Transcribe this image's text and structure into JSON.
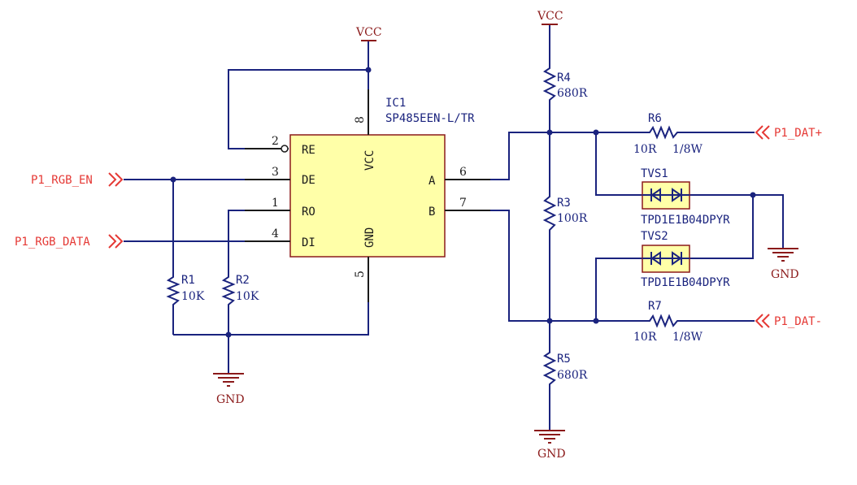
{
  "power": {
    "vcc": "VCC",
    "gnd": "GND"
  },
  "ic1": {
    "ref": "IC1",
    "part": "SP485EEN-L/TR",
    "pins": {
      "re": {
        "name": "RE",
        "num": "2"
      },
      "de": {
        "name": "DE",
        "num": "3"
      },
      "ro": {
        "name": "RO",
        "num": "1"
      },
      "di": {
        "name": "DI",
        "num": "4"
      },
      "vcc": {
        "name": "VCC",
        "num": "8"
      },
      "gnd": {
        "name": "GND",
        "num": "5"
      },
      "a": {
        "name": "A",
        "num": "6"
      },
      "b": {
        "name": "B",
        "num": "7"
      }
    }
  },
  "resistors": {
    "r1": {
      "ref": "R1",
      "value": "10K"
    },
    "r2": {
      "ref": "R2",
      "value": "10K"
    },
    "r3": {
      "ref": "R3",
      "value": "100R"
    },
    "r4": {
      "ref": "R4",
      "value": "680R"
    },
    "r5": {
      "ref": "R5",
      "value": "680R"
    },
    "r6": {
      "ref": "R6",
      "value": "10R",
      "power": "1/8W"
    },
    "r7": {
      "ref": "R7",
      "value": "10R",
      "power": "1/8W"
    }
  },
  "tvs": {
    "tvs1": {
      "ref": "TVS1",
      "part": "TPD1E1B04DPYR"
    },
    "tvs2": {
      "ref": "TVS2",
      "part": "TPD1E1B04DPYR"
    }
  },
  "nets": {
    "rgb_en": "P1_RGB_EN",
    "rgb_data": "P1_RGB_DATA",
    "dat_plus": "P1_DAT+",
    "dat_minus": "P1_DAT-"
  }
}
